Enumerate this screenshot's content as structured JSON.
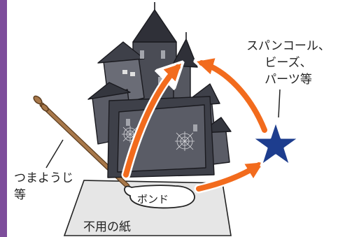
{
  "labels": {
    "decorations": [
      "スパンコール、",
      "ビーズ、",
      "パーツ等"
    ],
    "toothpick": [
      "つまようじ",
      "等"
    ],
    "glue": "ボンド",
    "scrap_paper": "不用の紙"
  },
  "colors": {
    "frame_left": "#7d4d9b",
    "arrow": "#f26b1d",
    "star": "#1d3d8e",
    "castle_dark": "#3e4049",
    "castle_mid": "#6a6c76",
    "castle_light": "#a3a5ac",
    "paper": "#e6e6e6",
    "toothpick": "#a8784a"
  }
}
